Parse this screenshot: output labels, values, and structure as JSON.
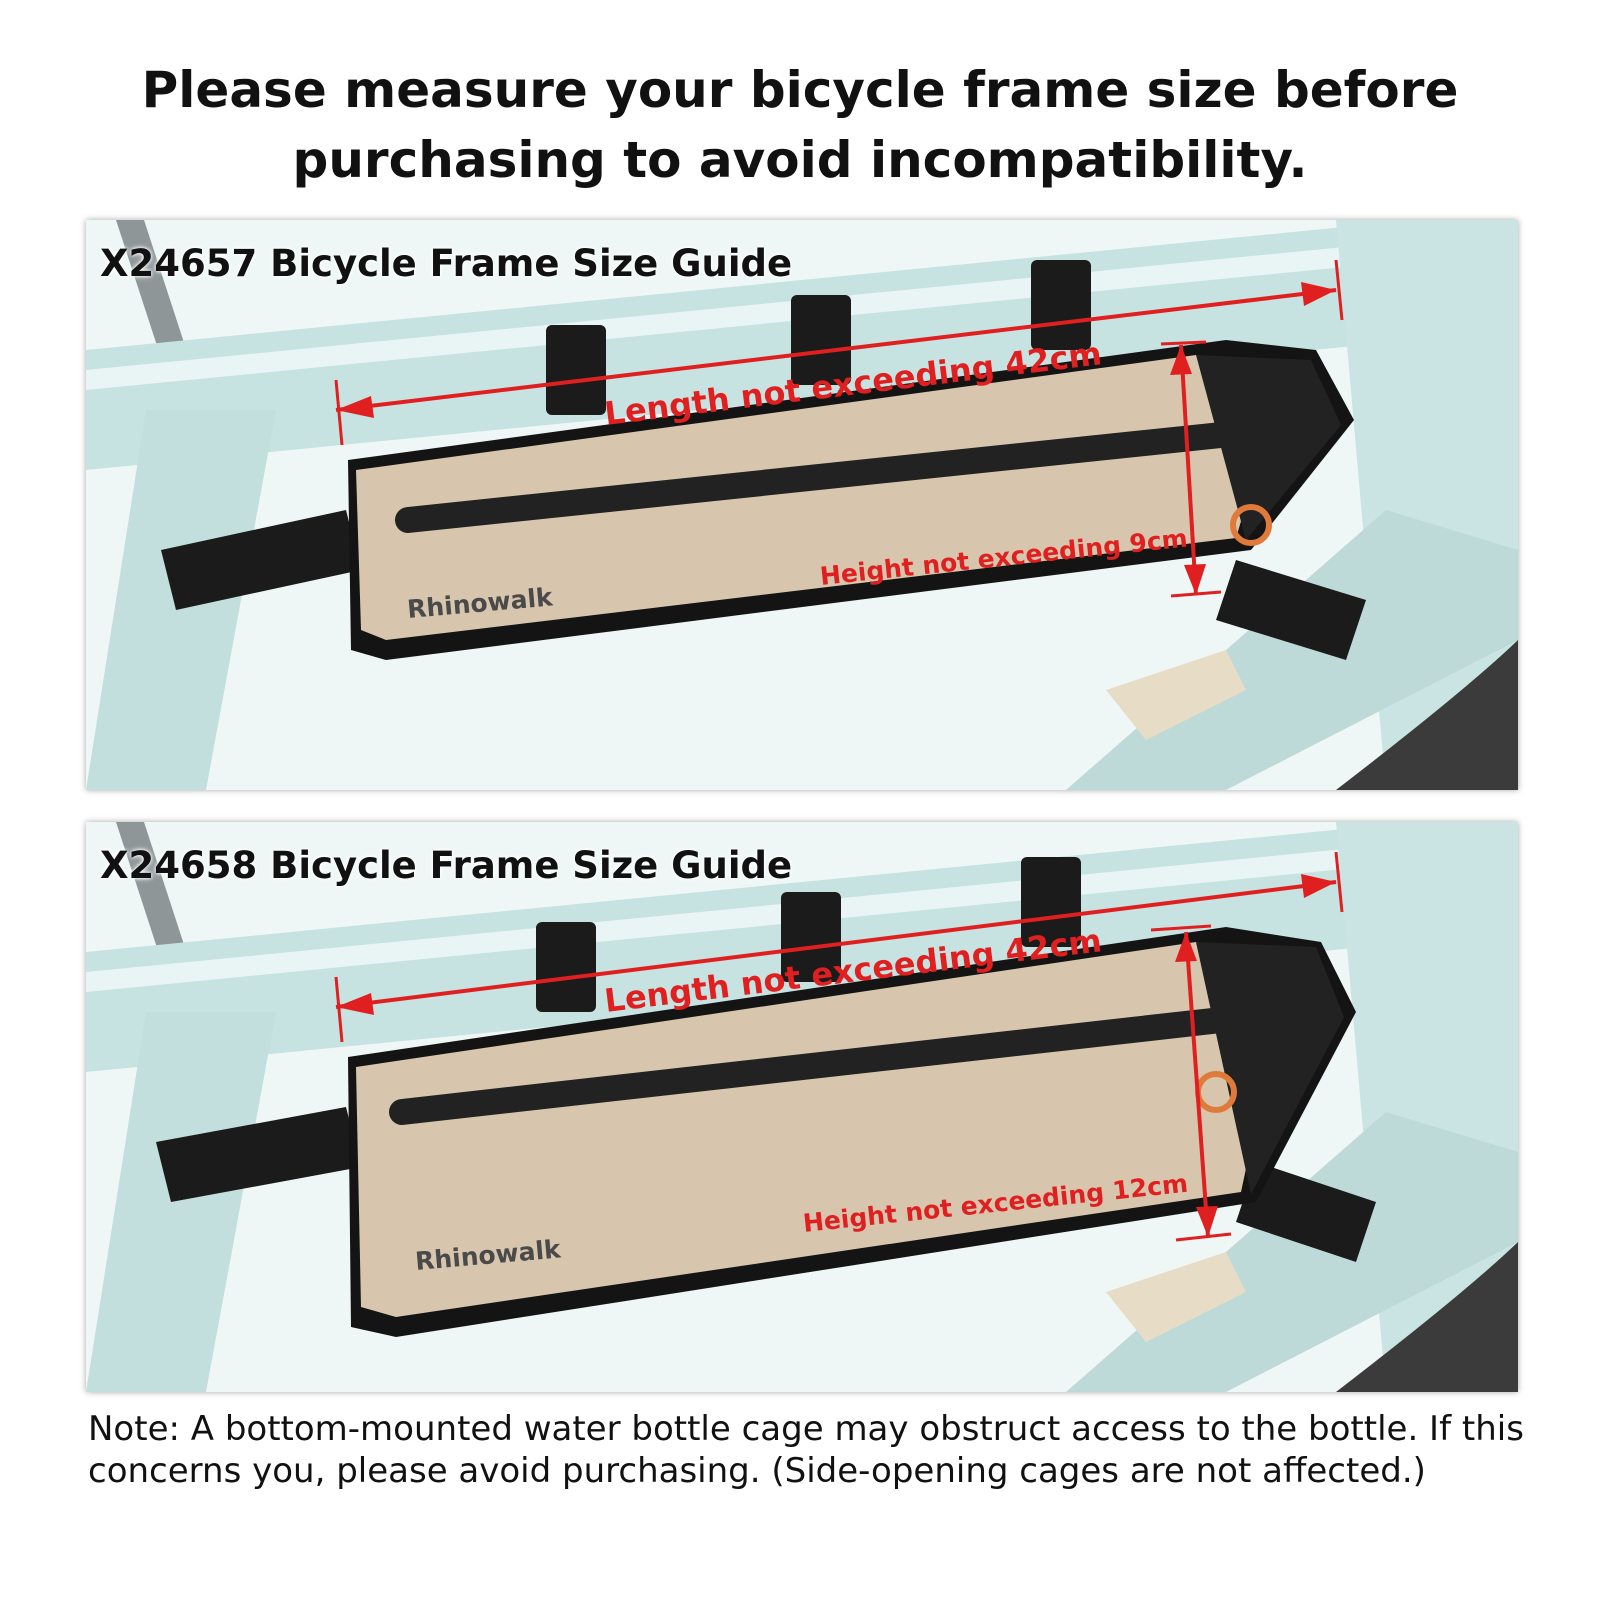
{
  "headline": {
    "line1": "Please measure your bicycle frame size before",
    "line2": "purchasing to avoid incompatibility."
  },
  "guides": [
    {
      "title": "X24657 Bicycle Frame Size Guide",
      "length_label": "Length not exceeding 42cm",
      "height_label": "Height not exceeding 9cm",
      "brand": "Rhinowalk"
    },
    {
      "title": "X24658 Bicycle Frame Size Guide",
      "length_label": "Length not exceeding 42cm",
      "height_label": "Height not exceeding 12cm",
      "brand": "Rhinowalk"
    }
  ],
  "note": "Note: A bottom-mounted water bottle cage may obstruct access to the bottle. If this concerns you, please avoid purchasing. (Side-opening cages are not affected.)",
  "colors": {
    "frame": "#c7e3e1",
    "bag": "#d7c6ad",
    "measure": "#e02020",
    "strap": "#1b1b1b"
  }
}
